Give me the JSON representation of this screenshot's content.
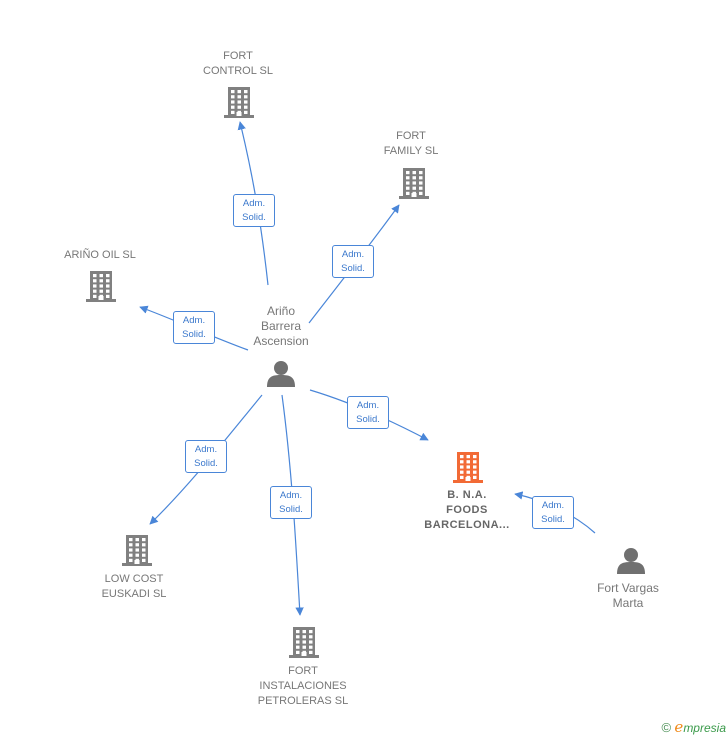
{
  "colors": {
    "edge": "#4a86d8",
    "company": "#808080",
    "focus_company": "#f26a35",
    "person": "#707070"
  },
  "nodes": [
    {
      "id": "arino",
      "kind": "person",
      "label": "Ariño\nBarrera\nAscension"
    },
    {
      "id": "fort_control",
      "kind": "company",
      "label": "FORT\nCONTROL SL"
    },
    {
      "id": "fort_family",
      "kind": "company",
      "label": "FORT\nFAMILY  SL"
    },
    {
      "id": "arino_oil",
      "kind": "company",
      "label": "ARIÑO OIL  SL"
    },
    {
      "id": "bna",
      "kind": "focus",
      "label": "B. N.A.\nFOODS\nBARCELONA..."
    },
    {
      "id": "fort_vargas",
      "kind": "person",
      "label": "Fort Vargas\nMarta"
    },
    {
      "id": "low_cost",
      "kind": "company",
      "label": "LOW COST\nEUSKADI  SL"
    },
    {
      "id": "fort_inst",
      "kind": "company",
      "label": "FORT\nINSTALACIONES\nPETROLERAS SL"
    }
  ],
  "edges": [
    {
      "from": "arino",
      "to": "fort_control",
      "label": "Adm.\nSolid."
    },
    {
      "from": "arino",
      "to": "fort_family",
      "label": "Adm.\nSolid."
    },
    {
      "from": "arino",
      "to": "arino_oil",
      "label": "Adm.\nSolid."
    },
    {
      "from": "arino",
      "to": "bna",
      "label": "Adm.\nSolid."
    },
    {
      "from": "arino",
      "to": "low_cost",
      "label": "Adm.\nSolid."
    },
    {
      "from": "arino",
      "to": "fort_inst",
      "label": "Adm.\nSolid."
    },
    {
      "from": "fort_vargas",
      "to": "bna",
      "label": "Adm.\nSolid."
    }
  ],
  "brand": {
    "copyright": "©",
    "initial": "e",
    "rest": "mpresia"
  }
}
